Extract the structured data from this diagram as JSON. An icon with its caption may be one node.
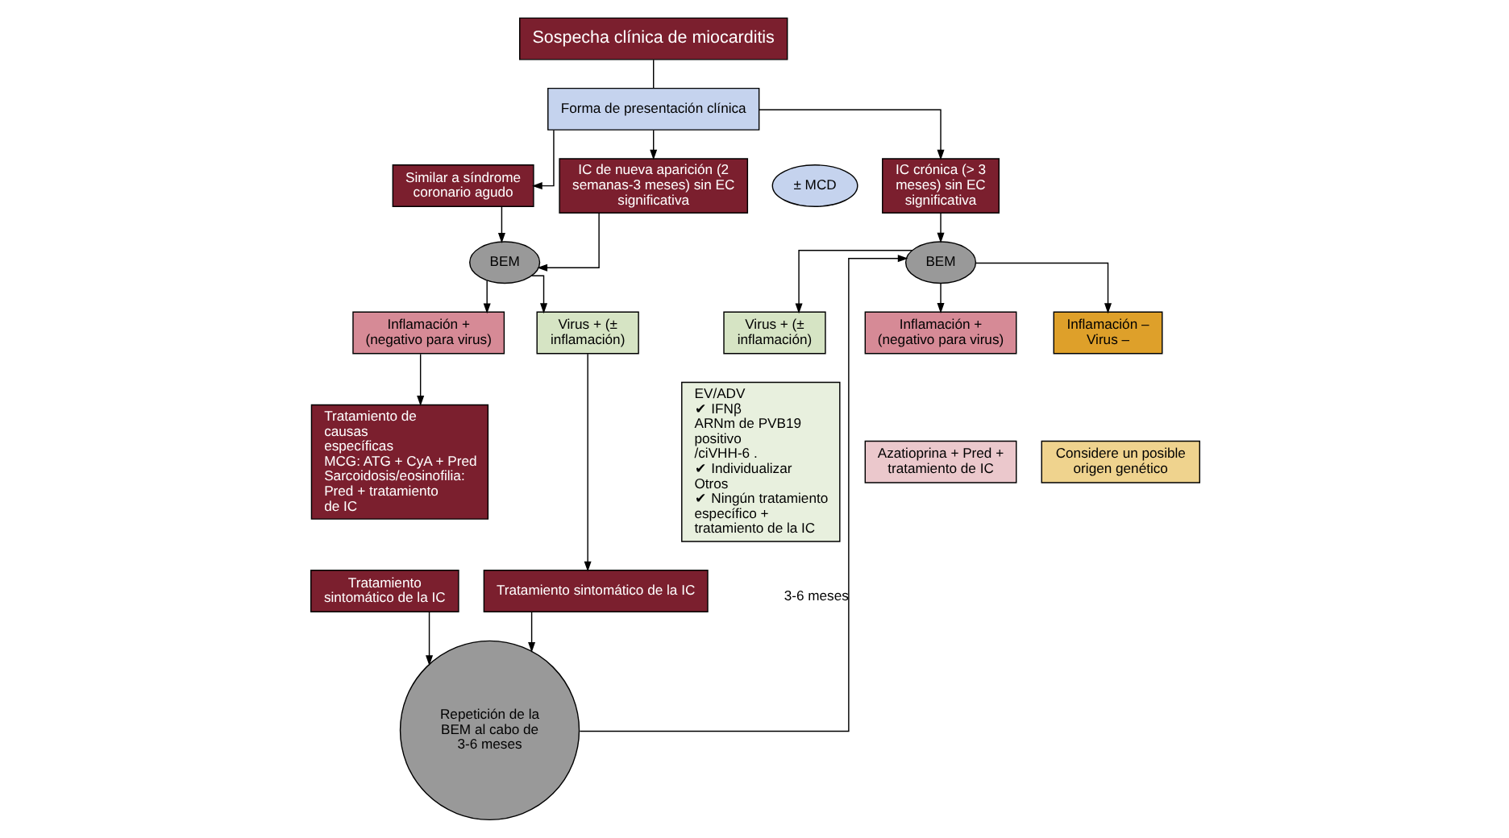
{
  "diagram": {
    "nodes": [
      {
        "text": [
          "Sospecha clínica de miocarditis"
        ]
      },
      {
        "text": [
          "Forma de presentación clínica"
        ]
      },
      {
        "text": [
          "Similar a síndrome coronario agudo"
        ]
      },
      {
        "text": [
          "IC de nueva aparición (2 semanas-3 meses) sin EC significativa"
        ]
      },
      {
        "text": [
          "IC crónica (> 3 meses) sin EC significativa"
        ]
      },
      {
        "text": [
          "± MCD"
        ]
      },
      {
        "text": [
          "BEM"
        ]
      },
      {
        "text": [
          "BEM"
        ]
      },
      {
        "text": [
          "Inflamación + (negativo para virus)"
        ]
      },
      {
        "text": [
          "Virus + (± inflamación)"
        ]
      },
      {
        "text": [
          "Tratamiento de causas específicas",
          "MCG: ATG + CyA + Pred",
          "Sarcoidosis/eosinofilia: Pred + tratamiento de IC"
        ]
      },
      {
        "text": [
          "Tratamiento sintomático de la IC"
        ]
      },
      {
        "text": [
          "Tratamiento sintomático de la IC"
        ]
      },
      {
        "text": [
          "Repetición de la BEM al cabo de 3-6 meses"
        ]
      },
      {
        "text": [
          "Virus + (± inflamación)"
        ]
      },
      {
        "text": [
          "Inflamación + (negativo para virus)"
        ]
      },
      {
        "text": [
          "Inflamación – Virus –"
        ]
      },
      {
        "text": [
          "EV/ADV",
          "✔ IFNβ",
          "ARNm de PVB19 positivo /ciVHH-6 .",
          "✔ Individualizar",
          "Otros",
          "✔ Ningún tratamiento específico + tratamiento de la IC"
        ]
      },
      {
        "text": [
          "Azatioprina + Pred + tratamiento de IC"
        ]
      },
      {
        "text": [
          "Considere un posible origen genético"
        ]
      }
    ],
    "edges": [
      {
        "from": 0,
        "to": 1,
        "arrow": "none"
      },
      {
        "from": 1,
        "to": 2,
        "arrow": "to"
      },
      {
        "from": 1,
        "to": 3,
        "arrow": "to"
      },
      {
        "from": 1,
        "to": 4,
        "arrow": "to"
      },
      {
        "from": 2,
        "to": 6,
        "arrow": "to"
      },
      {
        "from": 3,
        "to": 6,
        "arrow": "to"
      },
      {
        "from": 4,
        "to": 7,
        "arrow": "to"
      },
      {
        "from": 6,
        "to": 8,
        "arrow": "to"
      },
      {
        "from": 6,
        "to": 9,
        "arrow": "to"
      },
      {
        "from": 8,
        "to": 10,
        "arrow": "to"
      },
      {
        "from": 9,
        "to": 11,
        "arrow": "to"
      },
      {
        "from": 11,
        "to": 13,
        "arrow": "to"
      },
      {
        "from": 12,
        "to": 13,
        "arrow": "to"
      },
      {
        "from": 13,
        "to": 7,
        "arrow": "to",
        "label": "3-6 meses"
      },
      {
        "from": 7,
        "to": 14,
        "arrow": "to"
      },
      {
        "from": 7,
        "to": 15,
        "arrow": "to"
      },
      {
        "from": 7,
        "to": 16,
        "arrow": "to"
      }
    ]
  }
}
